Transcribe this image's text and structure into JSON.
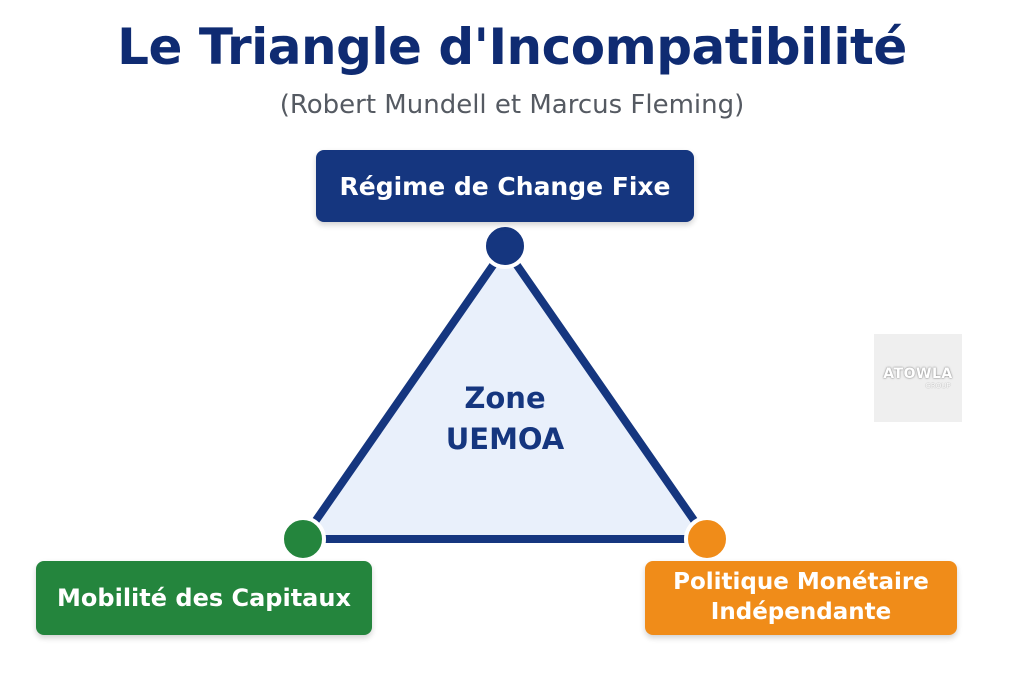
{
  "header": {
    "title": "Le Triangle d'Incompatibilité",
    "subtitle": "(Robert Mundell et Marcus Fleming)"
  },
  "diagram": {
    "top_label": "Régime de Change Fixe",
    "left_label": "Mobilité des Capitaux",
    "right_label_line1": "Politique Monétaire",
    "right_label_line2": "Indépendante",
    "center_line1": "Zone",
    "center_line2": "UEMOA"
  },
  "watermark": {
    "brand": "ATOWLA",
    "sub": "GROUP"
  },
  "colors": {
    "title": "#0f2b72",
    "navy": "#15367f",
    "green": "#24853d",
    "orange": "#f08c19",
    "triangle_fill": "#e9f0fb"
  }
}
